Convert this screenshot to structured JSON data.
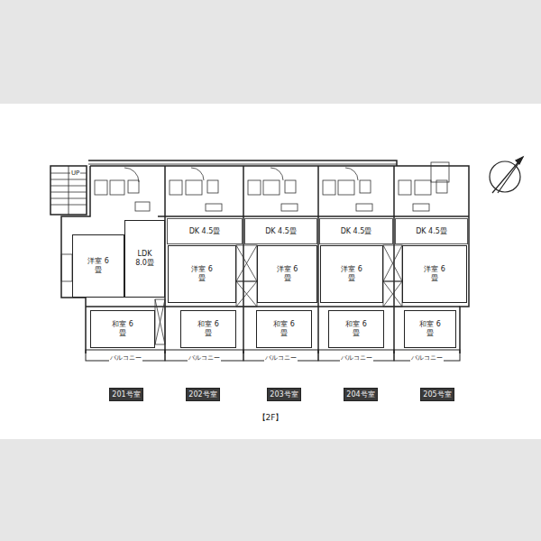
{
  "diagram": {
    "title": "【2F】",
    "nodes": [
      {
        "text": [
          "DK 4.5畳"
        ]
      },
      {
        "text": [
          "DK 4.5畳"
        ]
      },
      {
        "text": [
          "DK 4.5畳"
        ]
      },
      {
        "text": [
          "DK 4.5畳"
        ]
      },
      {
        "text": [
          "洋室 6畳"
        ]
      },
      {
        "text": [
          "LDK 8.0畳"
        ]
      },
      {
        "text": [
          "洋室 6畳"
        ]
      },
      {
        "text": [
          "洋室 6畳"
        ]
      },
      {
        "text": [
          "洋室 6畳"
        ]
      },
      {
        "text": [
          "洋室 6畳"
        ]
      },
      {
        "text": [
          "和室 6畳"
        ]
      },
      {
        "text": [
          "和室 6畳"
        ]
      },
      {
        "text": [
          "和室 6畳"
        ]
      },
      {
        "text": [
          "和室 6畳"
        ]
      },
      {
        "text": [
          "和室 6畳"
        ]
      },
      {
        "text": [
          "201号室"
        ]
      },
      {
        "text": [
          "202号室"
        ]
      },
      {
        "text": [
          "203号室"
        ]
      },
      {
        "text": [
          "204号室"
        ]
      },
      {
        "text": [
          "205号室"
        ]
      }
    ],
    "labels": [
      "UP",
      "バルコニー",
      "バルコニー",
      "バルコニー",
      "バルコニー",
      "バルコニー"
    ]
  }
}
